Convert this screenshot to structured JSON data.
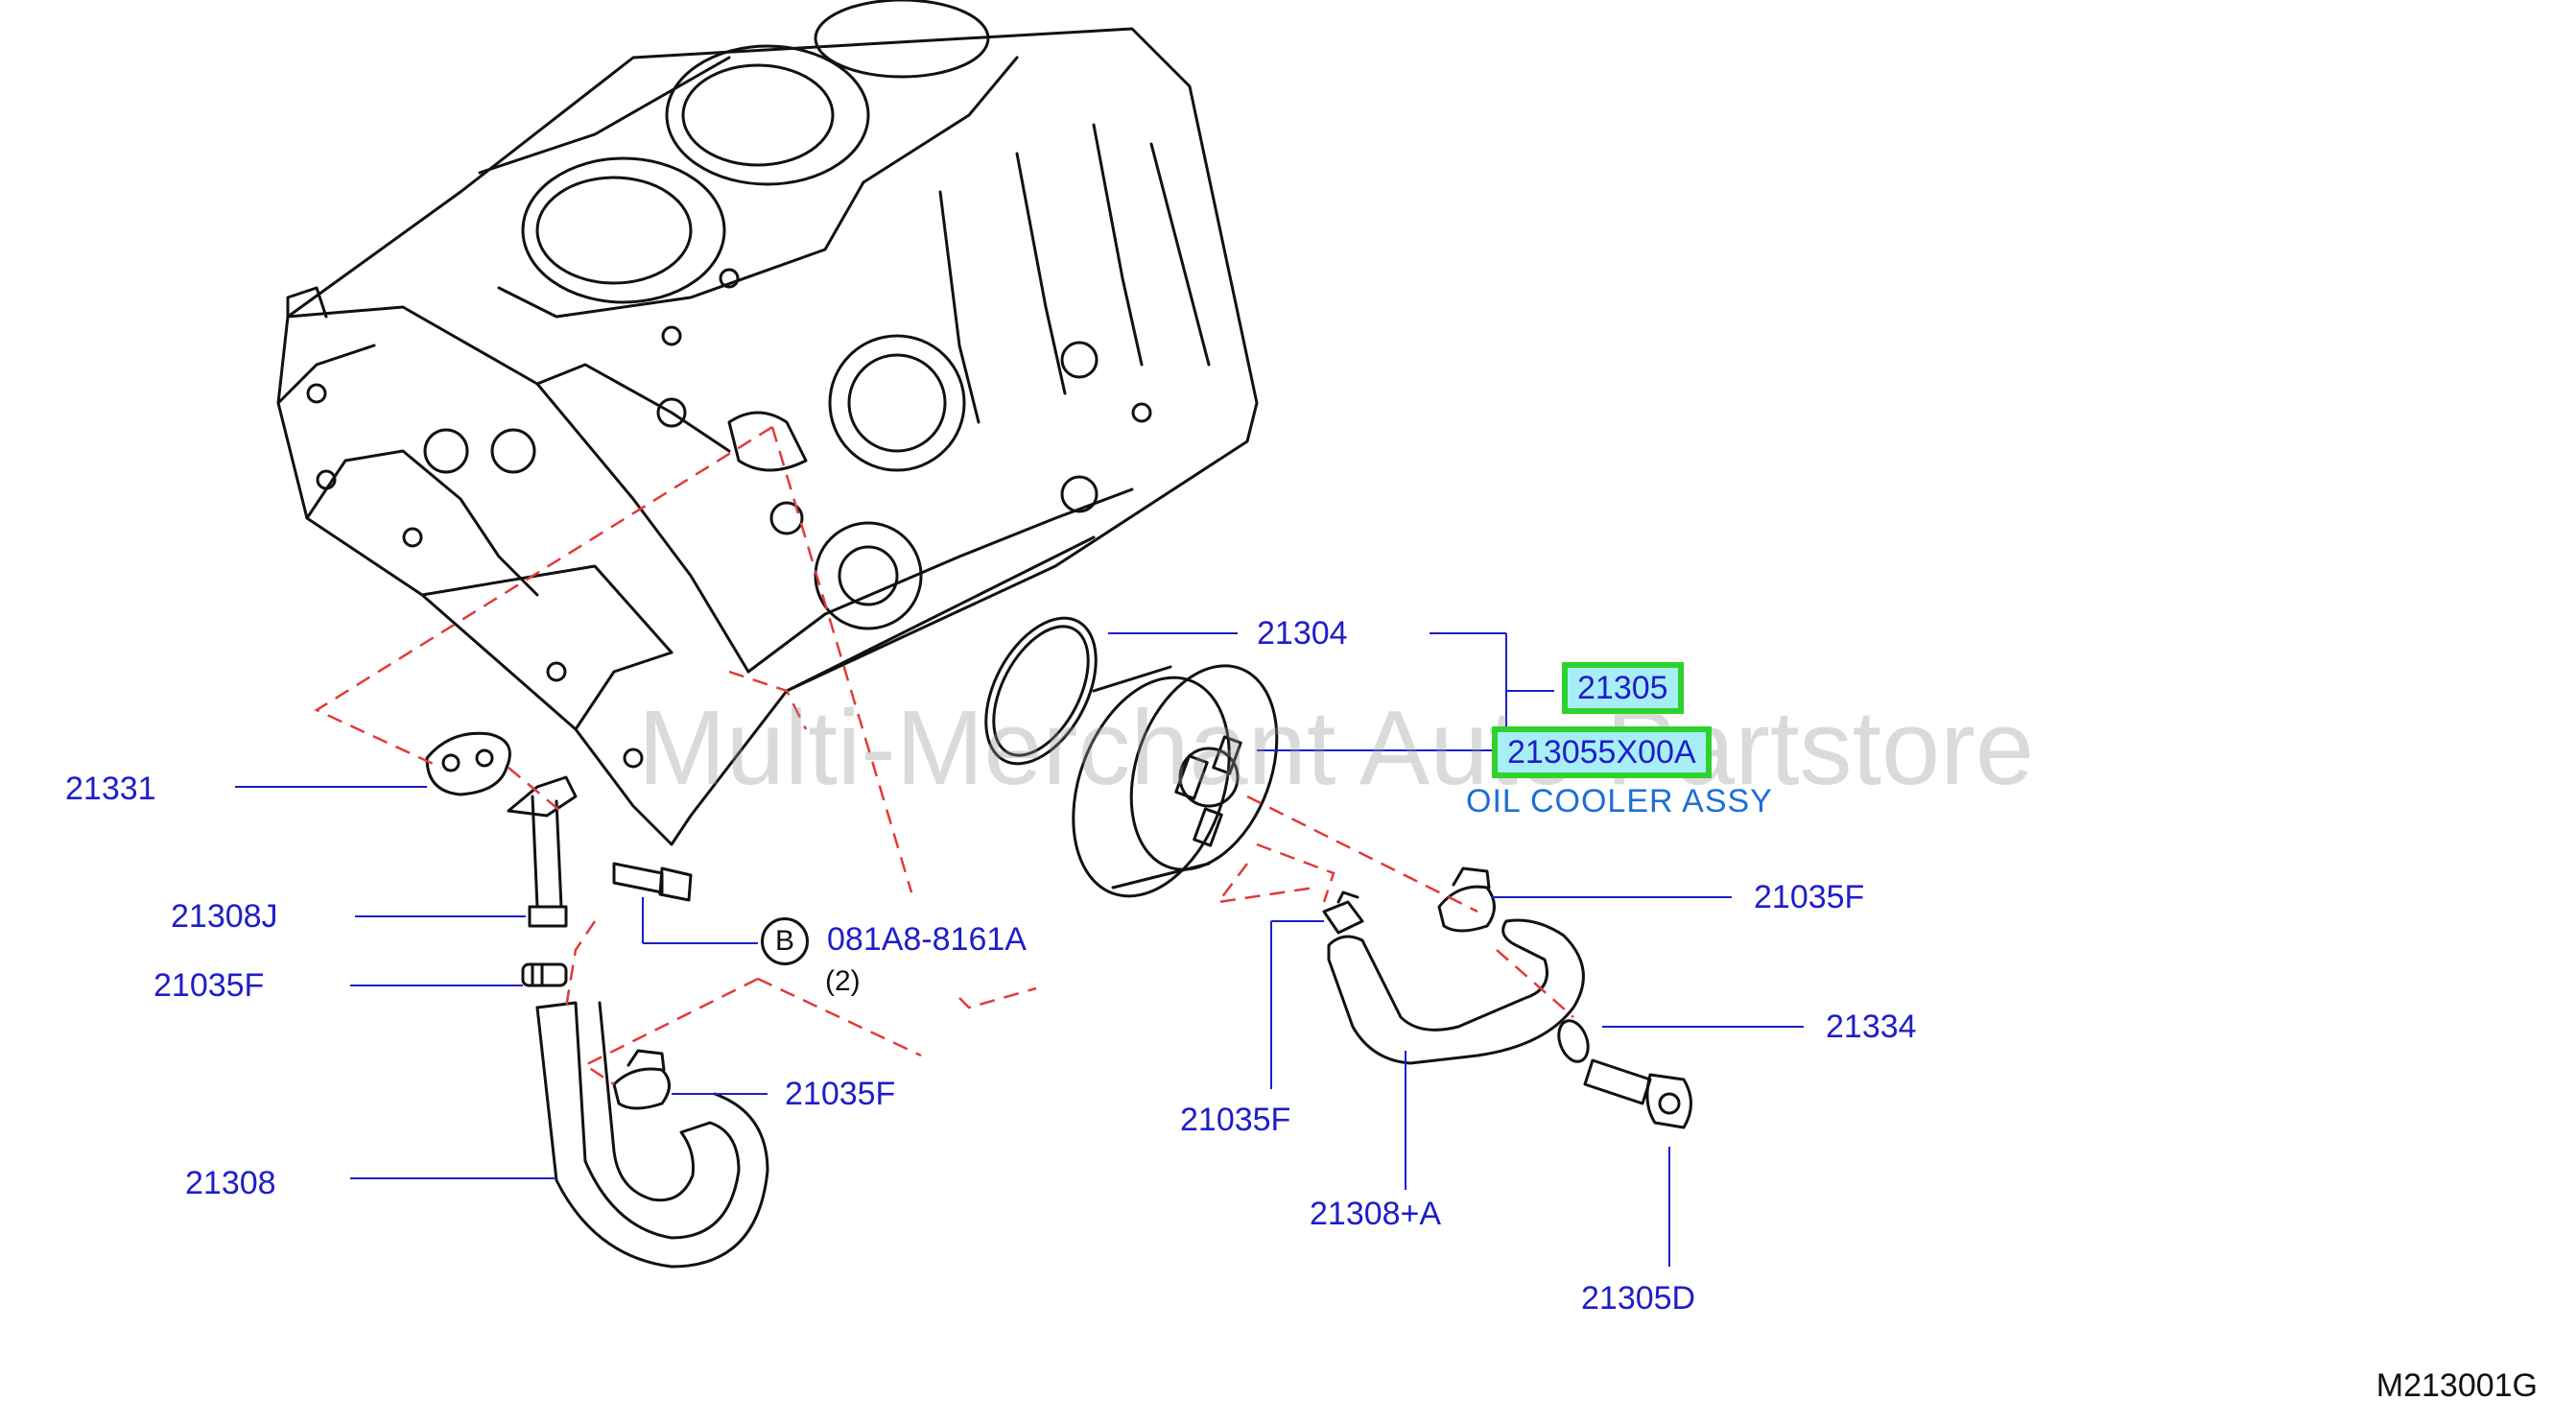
{
  "watermark": "Multi-Merchant Auto Partstore",
  "figure_code": "M213001G",
  "callouts": {
    "c21304": "21304",
    "c21305": "21305",
    "c213055X00A": "213055X00A",
    "oil_cooler_desc": "OIL COOLER ASSY",
    "c21331": "21331",
    "c21308J": "21308J",
    "c21035F_left": "21035F",
    "c21035F_clamp_low": "21035F",
    "c21308": "21308",
    "bolt_ref": "081A8-8161A",
    "bolt_qty": "(2)",
    "marker_b": "B",
    "c21035F_right": "21035F",
    "c21334": "21334",
    "c21035F_mid": "21035F",
    "c21308A": "21308+A",
    "c21305D": "21305D"
  },
  "colors": {
    "label_blue": "#1e1ec8",
    "desc_blue": "#1b6fd6",
    "highlight_fill": "#a8eef6",
    "highlight_border": "#2fd12f",
    "dash_red": "#e23a3a",
    "line_art": "#111111"
  }
}
